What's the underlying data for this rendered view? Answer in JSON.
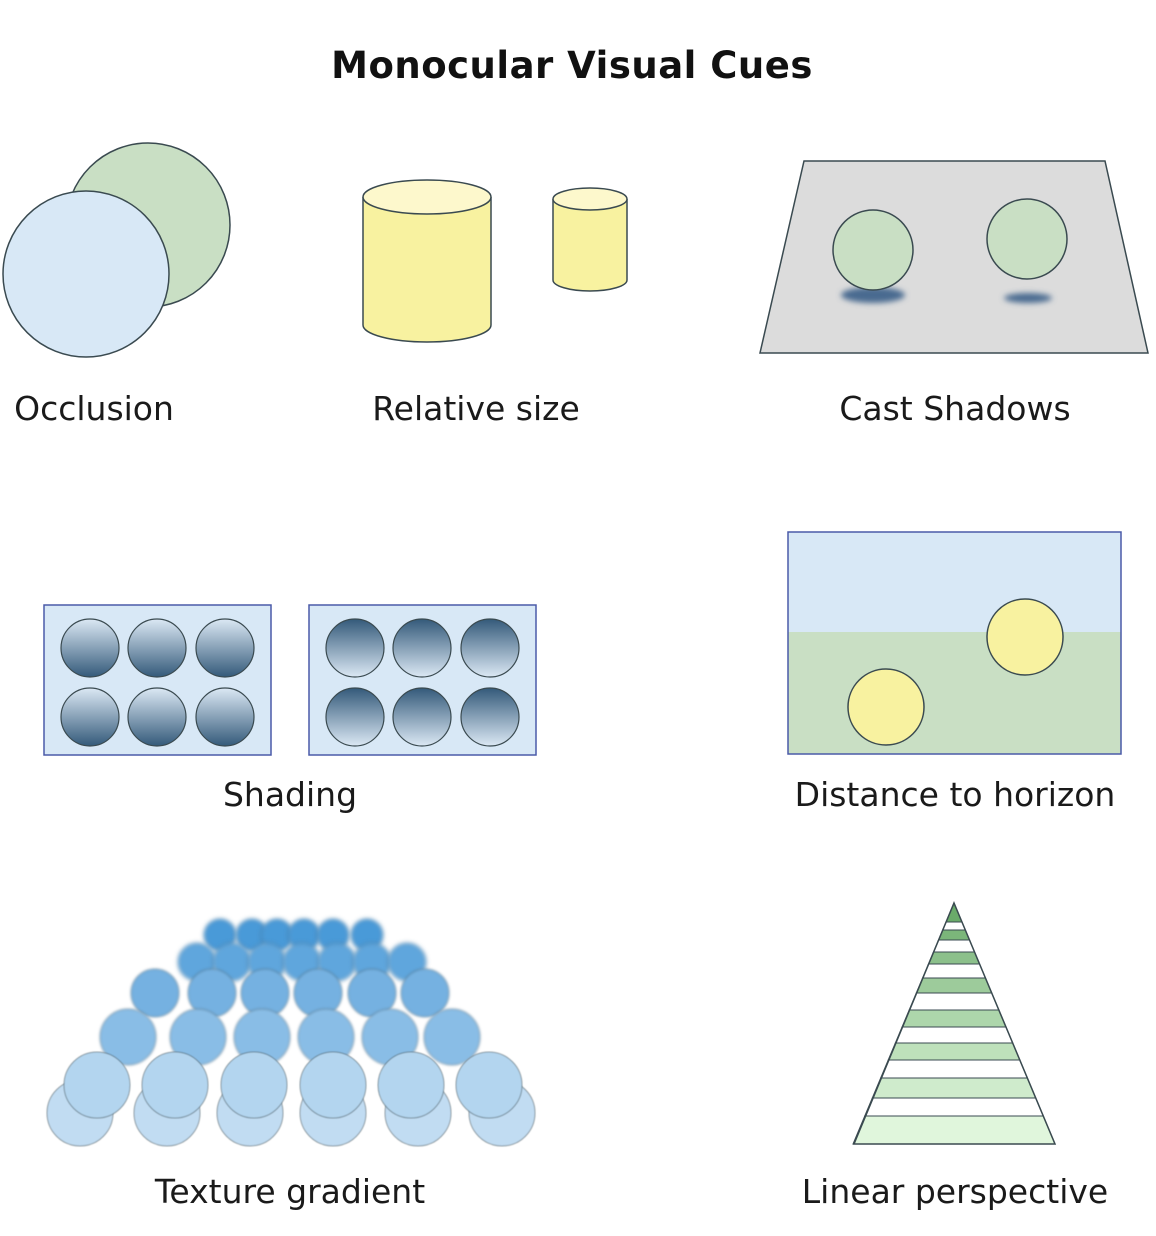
{
  "title": "Monocular Visual Cues",
  "panels": [
    {
      "id": "occlusion",
      "label": "Occlusion"
    },
    {
      "id": "relative-size",
      "label": "Relative size"
    },
    {
      "id": "cast-shadows",
      "label": "Cast Shadows"
    },
    {
      "id": "shading",
      "label": "Shading"
    },
    {
      "id": "distance-to-horizon",
      "label": "Distance to horizon"
    },
    {
      "id": "texture-gradient",
      "label": "Texture gradient"
    },
    {
      "id": "linear-perspective",
      "label": "Linear perspective"
    }
  ],
  "colors": {
    "light_blue": "#d8e8f6",
    "light_green": "#c9dfc4",
    "yellow": "#f8f2a0",
    "yellow_top": "#fdf8cc",
    "gray_plane": "#dcdcdc",
    "shadow": "#4a6a90",
    "outline": "#3a4a50",
    "frame_blue": "#4a5aa8",
    "shading_dark": "#345a7a",
    "shading_light": "#dbe8f4",
    "texture_far": "#4a9ad8",
    "texture_near": "#d6e8f6",
    "stripe_dark": "#6aab6a",
    "stripe_light": "#e0f6dc"
  }
}
